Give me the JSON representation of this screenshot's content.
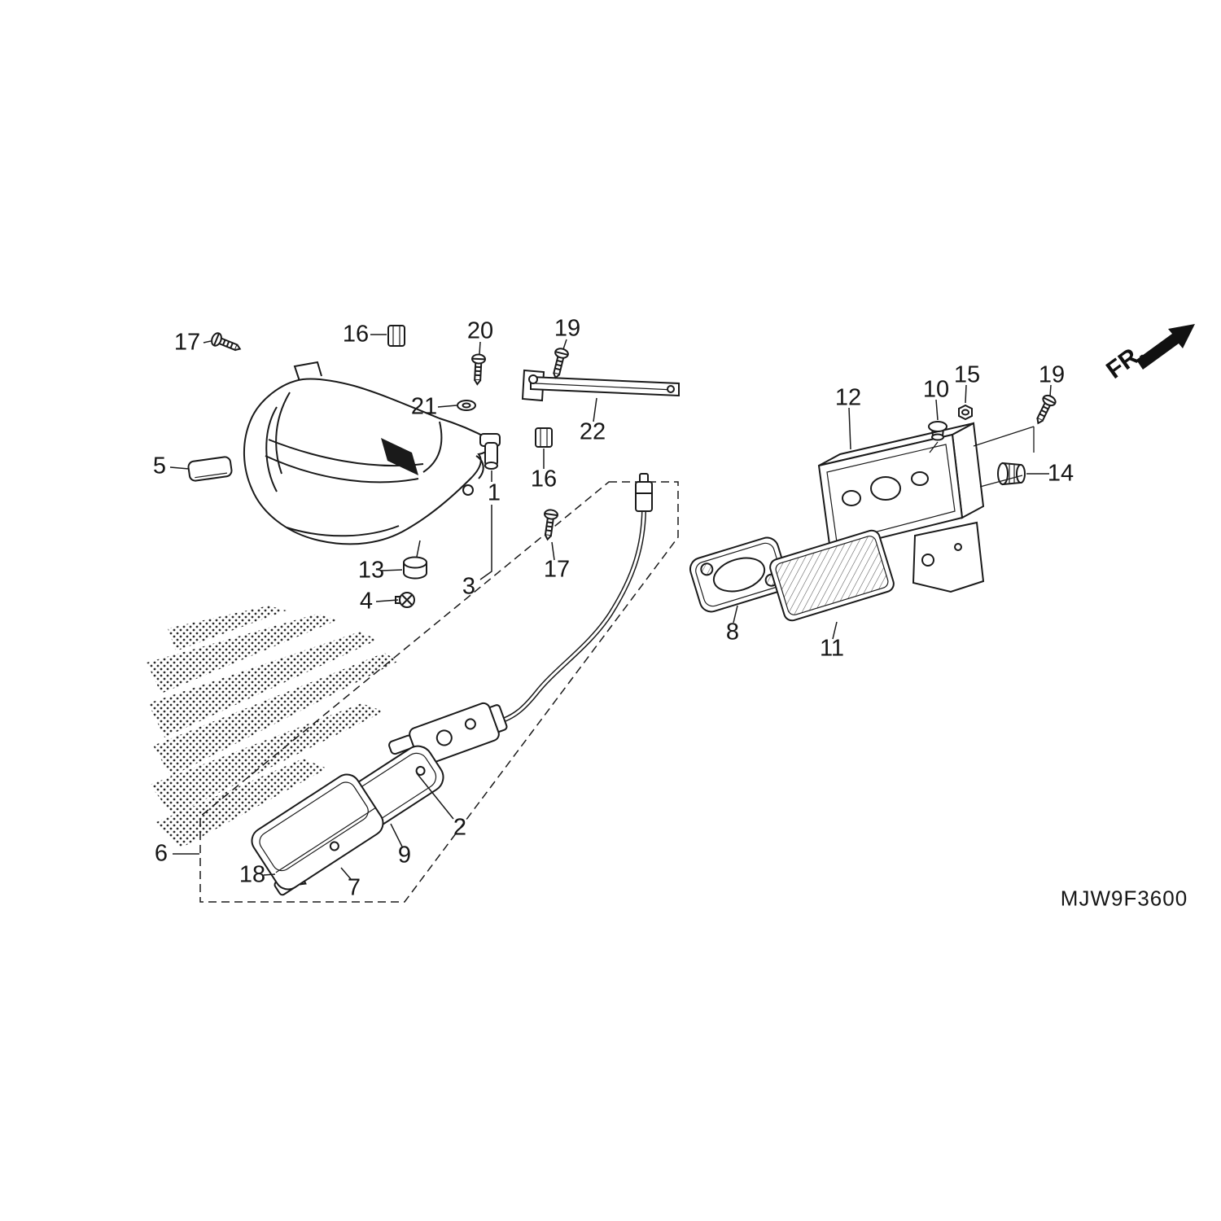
{
  "diagram": {
    "code": "MJW9F3600",
    "fr_label": "FR.",
    "line_color": "#1a1a1a",
    "background": "#ffffff",
    "callouts": [
      {
        "label": "17"
      },
      {
        "label": "16"
      },
      {
        "label": "20"
      },
      {
        "label": "19"
      },
      {
        "label": "21"
      },
      {
        "label": "22"
      },
      {
        "label": "5"
      },
      {
        "label": "1"
      },
      {
        "label": "16"
      },
      {
        "label": "13"
      },
      {
        "label": "4"
      },
      {
        "label": "3"
      },
      {
        "label": "17"
      },
      {
        "label": "2"
      },
      {
        "label": "9"
      },
      {
        "label": "6"
      },
      {
        "label": "18"
      },
      {
        "label": "7"
      },
      {
        "label": "12"
      },
      {
        "label": "10"
      },
      {
        "label": "15"
      },
      {
        "label": "19"
      },
      {
        "label": "14"
      },
      {
        "label": "8"
      },
      {
        "label": "11"
      }
    ]
  }
}
